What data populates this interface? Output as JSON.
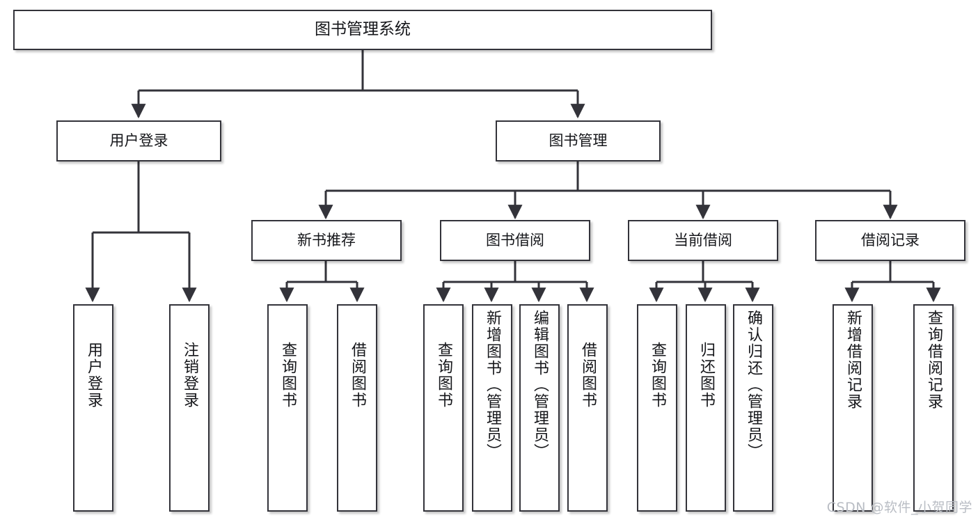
{
  "diagram": {
    "type": "tree-hierarchy",
    "title": "图书管理系统",
    "background_color": "#ffffff",
    "box_border_color": "#33333a",
    "text_color": "#15161a",
    "connector_color": "#33333a"
  },
  "root": {
    "label": "图书管理系统"
  },
  "branches": [
    {
      "label": "用户登录",
      "children": [
        {
          "label": "用户登录"
        },
        {
          "label": "注销登录"
        }
      ]
    },
    {
      "label": "图书管理",
      "children": [
        {
          "label": "新书推荐",
          "children": [
            {
              "label": "查询图书"
            },
            {
              "label": "借阅图书"
            }
          ]
        },
        {
          "label": "图书借阅",
          "children": [
            {
              "label": "查询图书"
            },
            {
              "label": "新增图书（管理员）"
            },
            {
              "label": "编辑图书（管理员）"
            },
            {
              "label": "借阅图书"
            }
          ]
        },
        {
          "label": "当前借阅",
          "children": [
            {
              "label": "查询图书"
            },
            {
              "label": "归还图书"
            },
            {
              "label": "确认归还（管理员）"
            }
          ]
        },
        {
          "label": "借阅记录",
          "children": [
            {
              "label": "新增借阅记录"
            },
            {
              "label": "查询借阅记录"
            }
          ]
        }
      ]
    }
  ],
  "watermark": {
    "text": "CSDN @软件_小贺同学"
  }
}
